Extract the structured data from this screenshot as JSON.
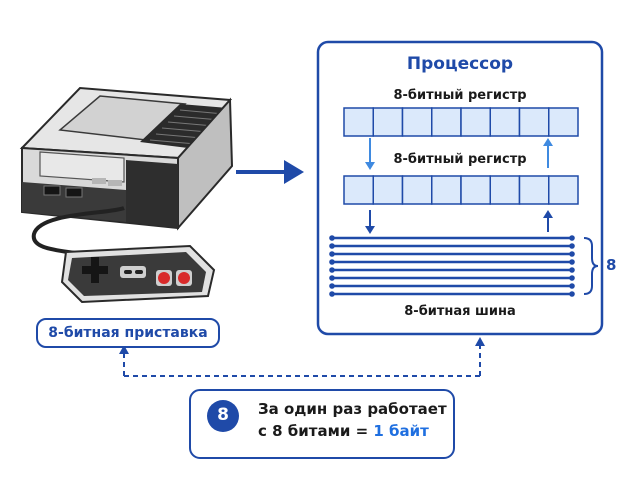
{
  "processor": {
    "title": "Процессор",
    "register_top_label": "8-битный регистр",
    "register_bottom_label": "8-битный регистр",
    "register_cells": 8,
    "bus_lines": 8,
    "bus_label": "8-битная шина",
    "bus_count": "8"
  },
  "console": {
    "label": "8-битная приставка"
  },
  "info": {
    "badge": "8",
    "line1": "За один раз работает",
    "line2_prefix": "с 8 битами =",
    "line2_accent": "1 байт"
  },
  "colors": {
    "primary": "#1f4aa8",
    "accent": "#1f6fe0",
    "cell_fill": "#dbe9fb",
    "arrow_light": "#3f8ae0"
  }
}
